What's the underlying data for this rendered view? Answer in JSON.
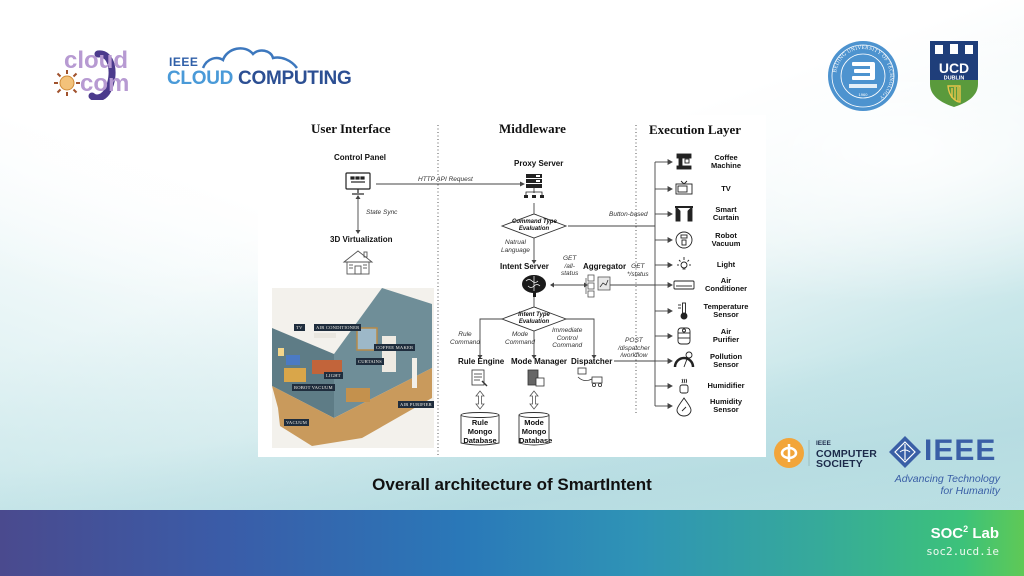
{
  "header": {
    "logos": {
      "cloudcom": {
        "line1": "cloud",
        "line2": "com"
      },
      "ieee_cloud_computing": {
        "ieee": "IEEE",
        "word1": "CLOUD",
        "word2": "COMPUTING"
      },
      "bjut": {
        "ring_text": "BEIJING UNIVERSITY OF TECHNOLOGY",
        "year": "1960"
      },
      "ucd": {
        "line1": "UCD",
        "line2": "DUBLIN"
      }
    }
  },
  "figure": {
    "columns": {
      "user_interface": "User Interface",
      "middleware": "Middleware",
      "execution_layer": "Execution Layer"
    },
    "user_interface": {
      "control_panel": "Control Panel",
      "state_sync": "State Sync",
      "virtualization": "3D Virtualization",
      "room_tags": [
        "TV",
        "Air conditioner",
        "Coffee maker",
        "Curtains",
        "Light",
        "Robot vacuum",
        "Air purifier",
        "Vacuum"
      ]
    },
    "middleware": {
      "http_request": "HTTP API Request",
      "proxy_server": "Proxy Server",
      "command_eval": [
        "Command Type",
        "Evaluation"
      ],
      "button_based": "Button-based",
      "natural_language": [
        "Natrual",
        "Language"
      ],
      "intent_server": "Intent Server",
      "get_all_status": [
        "GET",
        "/all-",
        "status"
      ],
      "aggregator": "Aggregator",
      "get_status": [
        "GET",
        "*/status"
      ],
      "intent_eval": [
        "Intent Type",
        "Evaluation"
      ],
      "rule_command": [
        "Rule",
        "Command"
      ],
      "mode_command": [
        "Mode",
        "Command"
      ],
      "immediate_command": [
        "Immediate",
        "Control",
        "Command"
      ],
      "post_dispatcher": [
        "POST",
        "/dispatcher",
        "/workflow"
      ],
      "rule_engine": "Rule Engine",
      "mode_manager": "Mode Manager",
      "dispatcher": "Dispatcher",
      "rule_db": [
        "Rule",
        "Mongo",
        "Database"
      ],
      "mode_db": [
        "Mode",
        "Mongo",
        "Database"
      ]
    },
    "devices": [
      {
        "name": [
          "Coffee",
          "Machine"
        ],
        "icon": "coffee-machine-icon"
      },
      {
        "name": [
          "TV"
        ],
        "icon": "tv-icon"
      },
      {
        "name": [
          "Smart",
          "Curtain"
        ],
        "icon": "curtain-icon"
      },
      {
        "name": [
          "Robot",
          "Vacuum"
        ],
        "icon": "robot-vacuum-icon"
      },
      {
        "name": [
          "Light"
        ],
        "icon": "light-icon"
      },
      {
        "name": [
          "Air",
          "Conditioner"
        ],
        "icon": "air-conditioner-icon"
      },
      {
        "name": [
          "Temperature",
          "Sensor"
        ],
        "icon": "thermometer-icon"
      },
      {
        "name": [
          "Air",
          "Purifier"
        ],
        "icon": "air-purifier-icon"
      },
      {
        "name": [
          "Pollution",
          "Sensor"
        ],
        "icon": "gauge-icon"
      },
      {
        "name": [
          "Humidifier"
        ],
        "icon": "humidifier-icon"
      },
      {
        "name": [
          "Humidity",
          "Sensor"
        ],
        "icon": "droplet-icon"
      }
    ]
  },
  "caption": "Overall architecture of SmartIntent",
  "sponsors": {
    "computer_society": {
      "small": "IEEE",
      "line1": "COMPUTER",
      "line2": "SOCIETY"
    },
    "ieee": {
      "word": "IEEE",
      "tagline1": "Advancing Technology",
      "tagline2": "for Humanity"
    }
  },
  "footer": {
    "lab_name": "SOC",
    "lab_sup": "2",
    "lab_suffix": " Lab",
    "lab_url": "soc2.ucd.ie"
  },
  "colors": {
    "ieee_blue": "#3a5fa6",
    "cloud_light_blue": "#4a9ad8",
    "ucd_navy": "#1f3e7a",
    "ucd_green": "#5a9a3c",
    "cs_orange": "#f2a53a",
    "cloudcom_purple": "#b79ad2"
  }
}
